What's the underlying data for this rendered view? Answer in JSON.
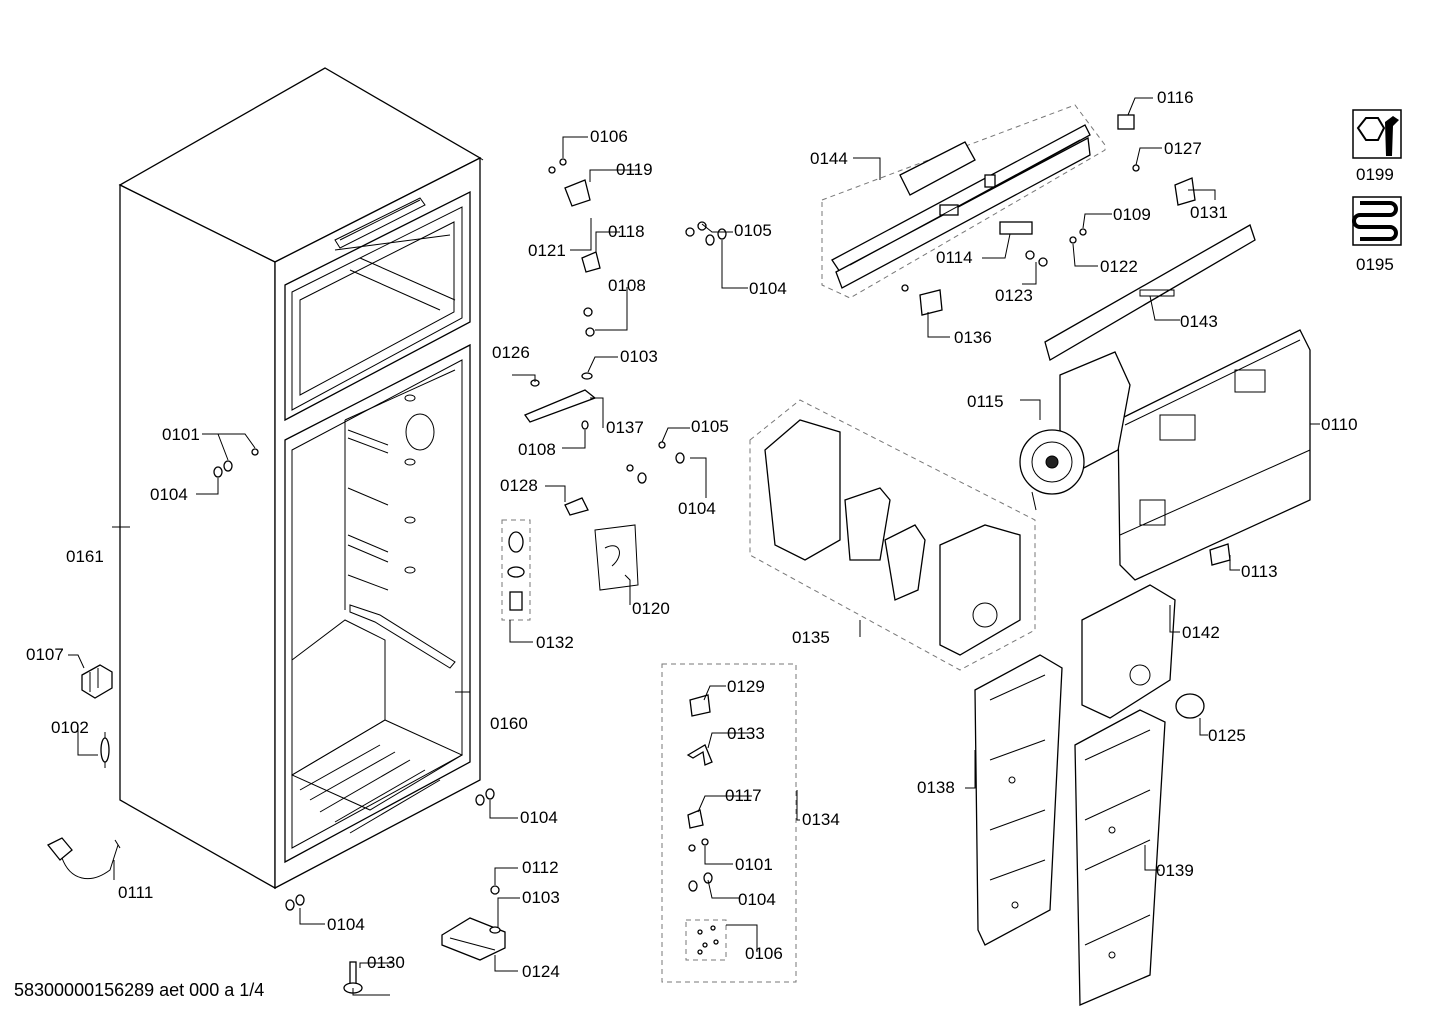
{
  "footer_code": "58300000156289 aet 000 a 1/4",
  "labels": {
    "p0101a": "0101",
    "p0101b": "0101",
    "p0102": "0102",
    "p0103a": "0103",
    "p0103b": "0103",
    "p0104a": "0104",
    "p0104b": "0104",
    "p0104c": "0104",
    "p0104d": "0104",
    "p0104e": "0104",
    "p0104f": "0104",
    "p0105a": "0105",
    "p0105b": "0105",
    "p0106a": "0106",
    "p0106b": "0106",
    "p0107": "0107",
    "p0108a": "0108",
    "p0108b": "0108",
    "p0109": "0109",
    "p0110": "0110",
    "p0111": "0111",
    "p0112": "0112",
    "p0113": "0113",
    "p0114": "0114",
    "p0115": "0115",
    "p0116": "0116",
    "p0117": "0117",
    "p0118": "0118",
    "p0119": "0119",
    "p0120": "0120",
    "p0121": "0121",
    "p0122": "0122",
    "p0123": "0123",
    "p0124": "0124",
    "p0125": "0125",
    "p0126": "0126",
    "p0127": "0127",
    "p0128": "0128",
    "p0129": "0129",
    "p0130": "0130",
    "p0131": "0131",
    "p0132": "0132",
    "p0133": "0133",
    "p0134": "0134",
    "p0135": "0135",
    "p0136": "0136",
    "p0137": "0137",
    "p0138": "0138",
    "p0139": "0139",
    "p0142": "0142",
    "p0143": "0143",
    "p0144": "0144",
    "p0160": "0160",
    "p0161": "0161",
    "p0195": "0195",
    "p0199": "0199"
  },
  "icons": [
    "tools-icon",
    "heater-coil-icon"
  ]
}
